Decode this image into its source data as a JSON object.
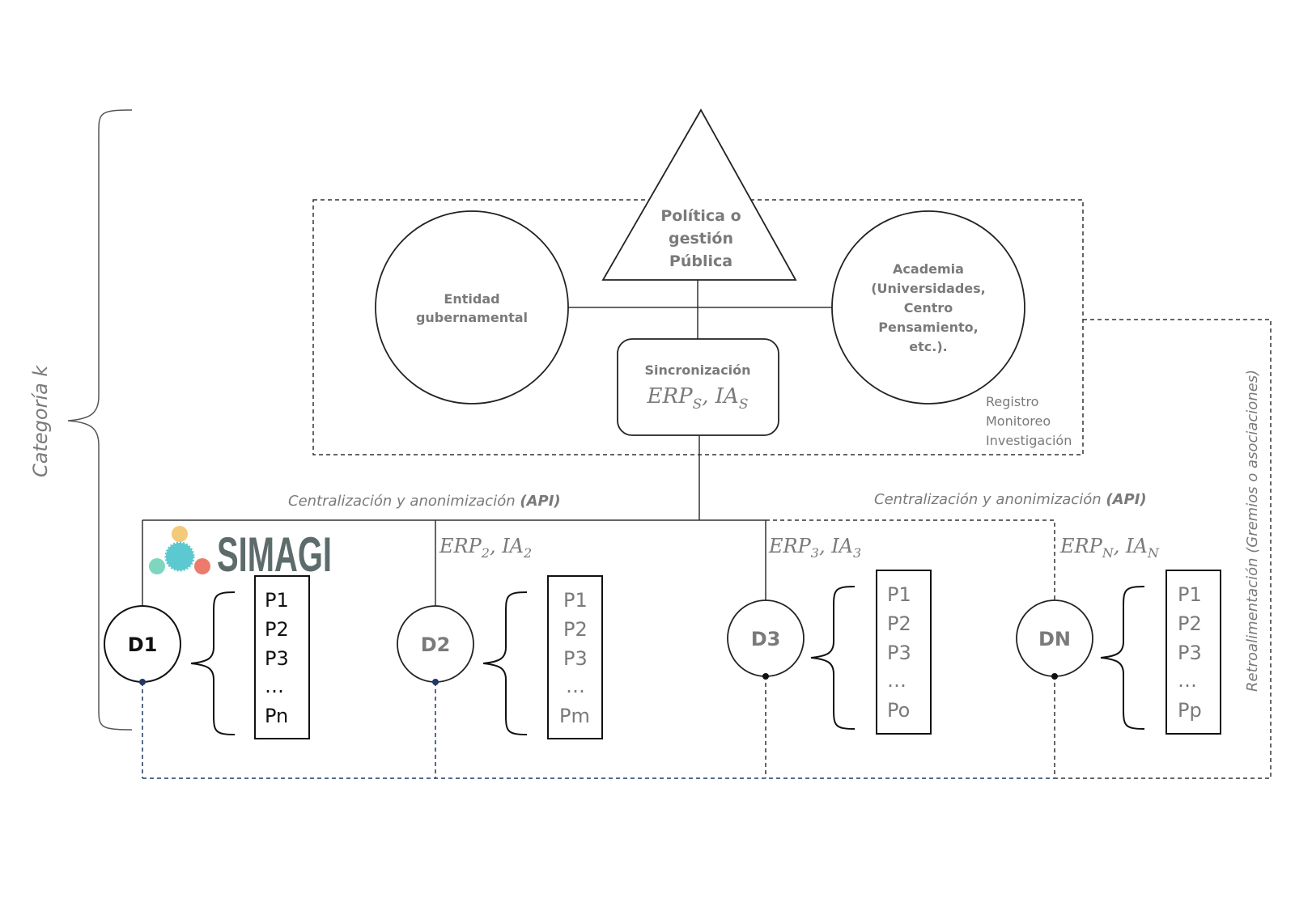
{
  "side_label": "Categoría k",
  "feedback_label": "Retroalimentación (Gremios o asociaciones)",
  "apex": {
    "line1": "Política o",
    "line2": "gestión",
    "line3": "Pública"
  },
  "entity": {
    "line1": "Entidad",
    "line2": "gubernamental"
  },
  "academia": {
    "line1": "Academia",
    "line2": "(Universidades,",
    "line3": "Centro",
    "line4": "Pensamiento,",
    "line5": "etc.)."
  },
  "sync": {
    "title": "Sincronización",
    "formula": "ERP",
    "sub1": "S",
    "sep": ", IA",
    "sub2": "S"
  },
  "roles": {
    "line1": "Registro",
    "line2": "Monitoreo",
    "line3": "Investigación"
  },
  "api_left": {
    "text": "Centralización y anonimización ",
    "bold": "(API)"
  },
  "api_right": {
    "text": "Centralización y anonimización ",
    "bold": "(API)"
  },
  "logo": {
    "text": "SIMAGI"
  },
  "colors": {
    "line": "#333333",
    "text": "#7a7a7a",
    "logo_text": "#5d6b6b",
    "dash_blue": "#1f3864"
  },
  "nodes": [
    {
      "label": "D1",
      "erp": "",
      "items": [
        "P1",
        "P2",
        "P3",
        "…",
        "Pn"
      ]
    },
    {
      "label": "D2",
      "erp_base": "ERP",
      "erp_sub1": "2",
      "erp_sep": ", IA",
      "erp_sub2": "2",
      "items": [
        "P1",
        "P2",
        "P3",
        "…",
        "Pm"
      ]
    },
    {
      "label": "D3",
      "erp_base": "ERP",
      "erp_sub1": "3",
      "erp_sep": ", IA",
      "erp_sub2": "3",
      "items": [
        "P1",
        "P2",
        "P3",
        "…",
        "Po"
      ]
    },
    {
      "label": "DN",
      "erp_base": "ERP",
      "erp_sub1": "N",
      "erp_sep": ", IA",
      "erp_sub2": "N",
      "items": [
        "P1",
        "P2",
        "P3",
        "…",
        "Pp"
      ]
    }
  ]
}
